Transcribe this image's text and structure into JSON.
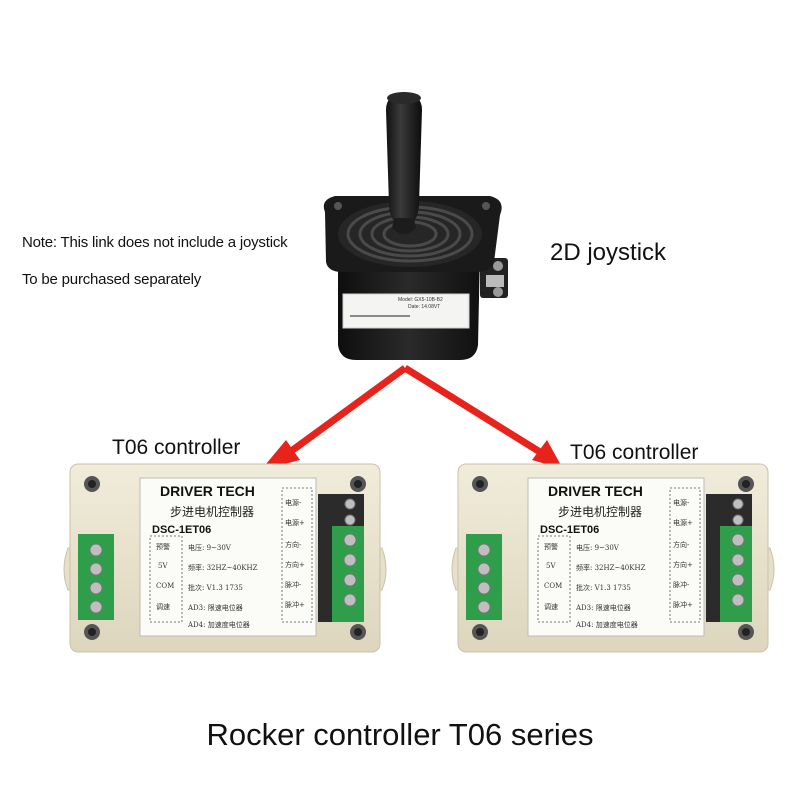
{
  "note": {
    "line1": "Note: This link does not include a joystick",
    "line2": "To be purchased separately"
  },
  "joystick": {
    "label": "2D joystick",
    "sticker_model": "Model: GX5-10B-B2",
    "sticker_date": "Date: 14.08VT"
  },
  "controllers": {
    "left_label": "T06 controller",
    "right_label": "T06 controller",
    "brand": "DRIVER TECH",
    "title_cn": "步进电机控制器",
    "model": "DSC-1ET06",
    "left_col": [
      "预警",
      "5V",
      "COM",
      "调速"
    ],
    "spec_lines": [
      "电压: 9~30V",
      "频率: 32HZ~40KHZ",
      "批次: V1.3 1735",
      "AD3: 限速电位器",
      "AD4: 加速度电位器"
    ],
    "right_col": [
      "电源-",
      "电源+",
      "方向-",
      "方向+",
      "脉冲-",
      "脉冲+"
    ]
  },
  "caption": "Rocker controller T06 series",
  "colors": {
    "arrow": "#e8231b",
    "housing": "#ebe5d0",
    "terminal_green": "#2f9e4a",
    "terminal_dark": "#2b2b2b"
  }
}
